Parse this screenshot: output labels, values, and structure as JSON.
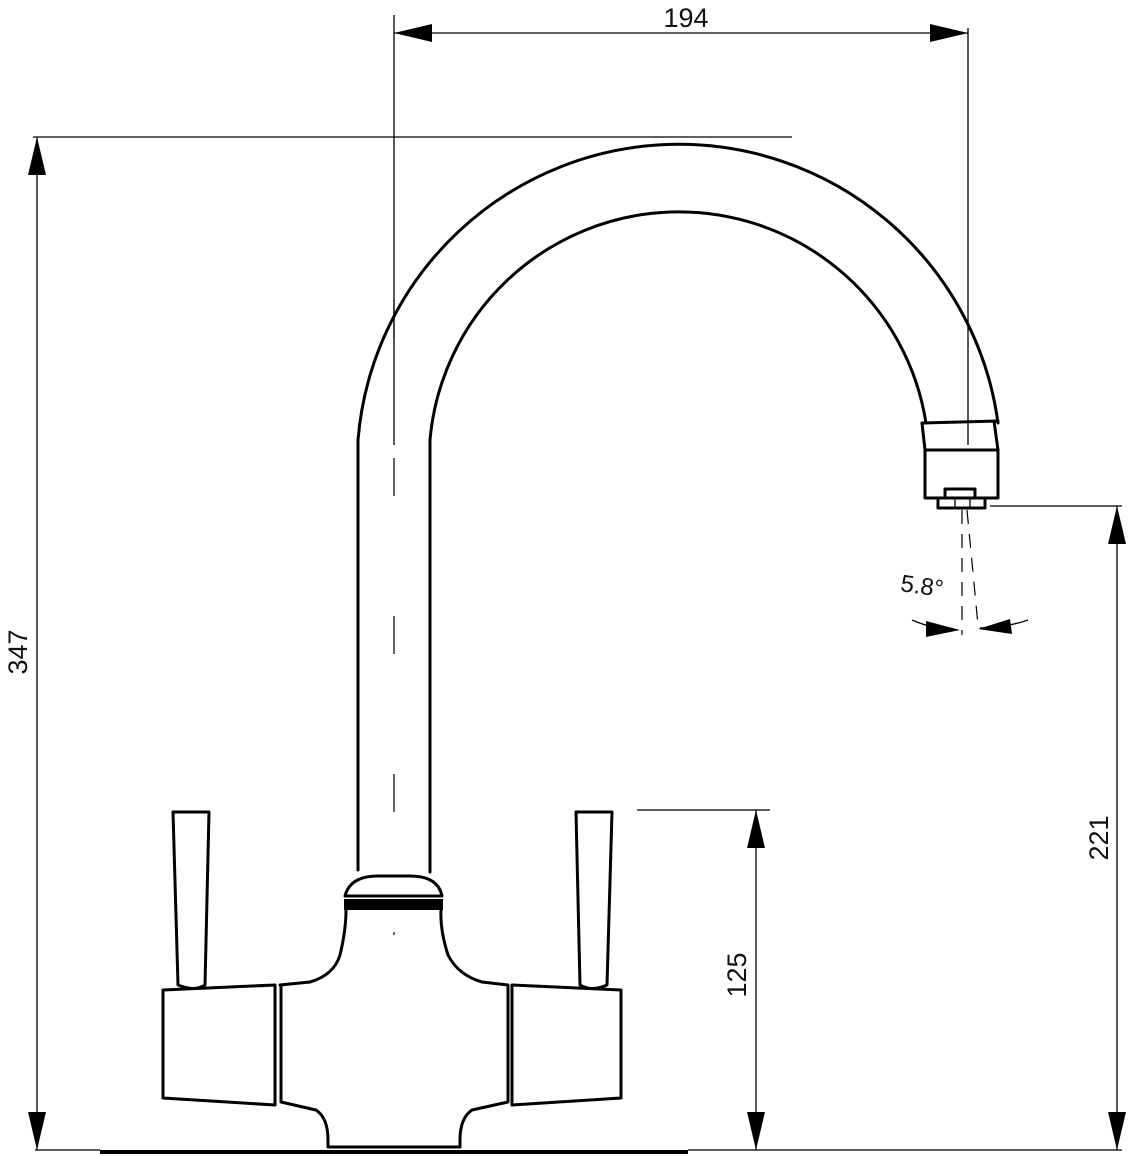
{
  "dimensions": {
    "reach": "194",
    "total_height": "347",
    "spout_height": "221",
    "handle_height": "125",
    "spout_angle": "5.8°"
  }
}
